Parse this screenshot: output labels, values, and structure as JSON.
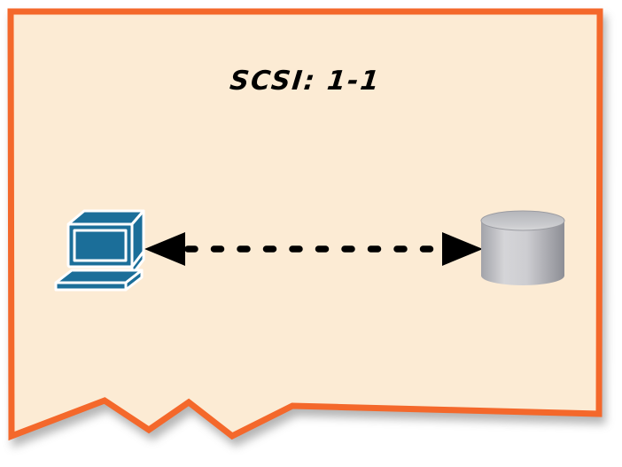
{
  "diagram": {
    "title": "SCSI: 1-1",
    "description": "Torn-paper note diagram showing a workstation connected to a disk volume over a SCSI 1-1 link",
    "nodes": [
      {
        "id": "workstation",
        "icon": "workstation-icon",
        "label": ""
      },
      {
        "id": "disk-volume",
        "icon": "disk-cylinder-icon",
        "label": ""
      }
    ],
    "link": {
      "from": "workstation",
      "to": "disk-volume",
      "style": "dashed",
      "arrowheads": "both",
      "color": "#000000"
    }
  },
  "colors": {
    "canvas_background": "#FFFFFF",
    "paper_fill": "#FCEBD4",
    "paper_border": "#F4682B",
    "workstation_fill": "#1B6E99",
    "workstation_outline": "#FFFFFF",
    "arrow": "#000000",
    "cylinder_light": "#D5D5D8",
    "cylinder_dark": "#8D8E95",
    "cylinder_top": "#C2C3C8"
  }
}
